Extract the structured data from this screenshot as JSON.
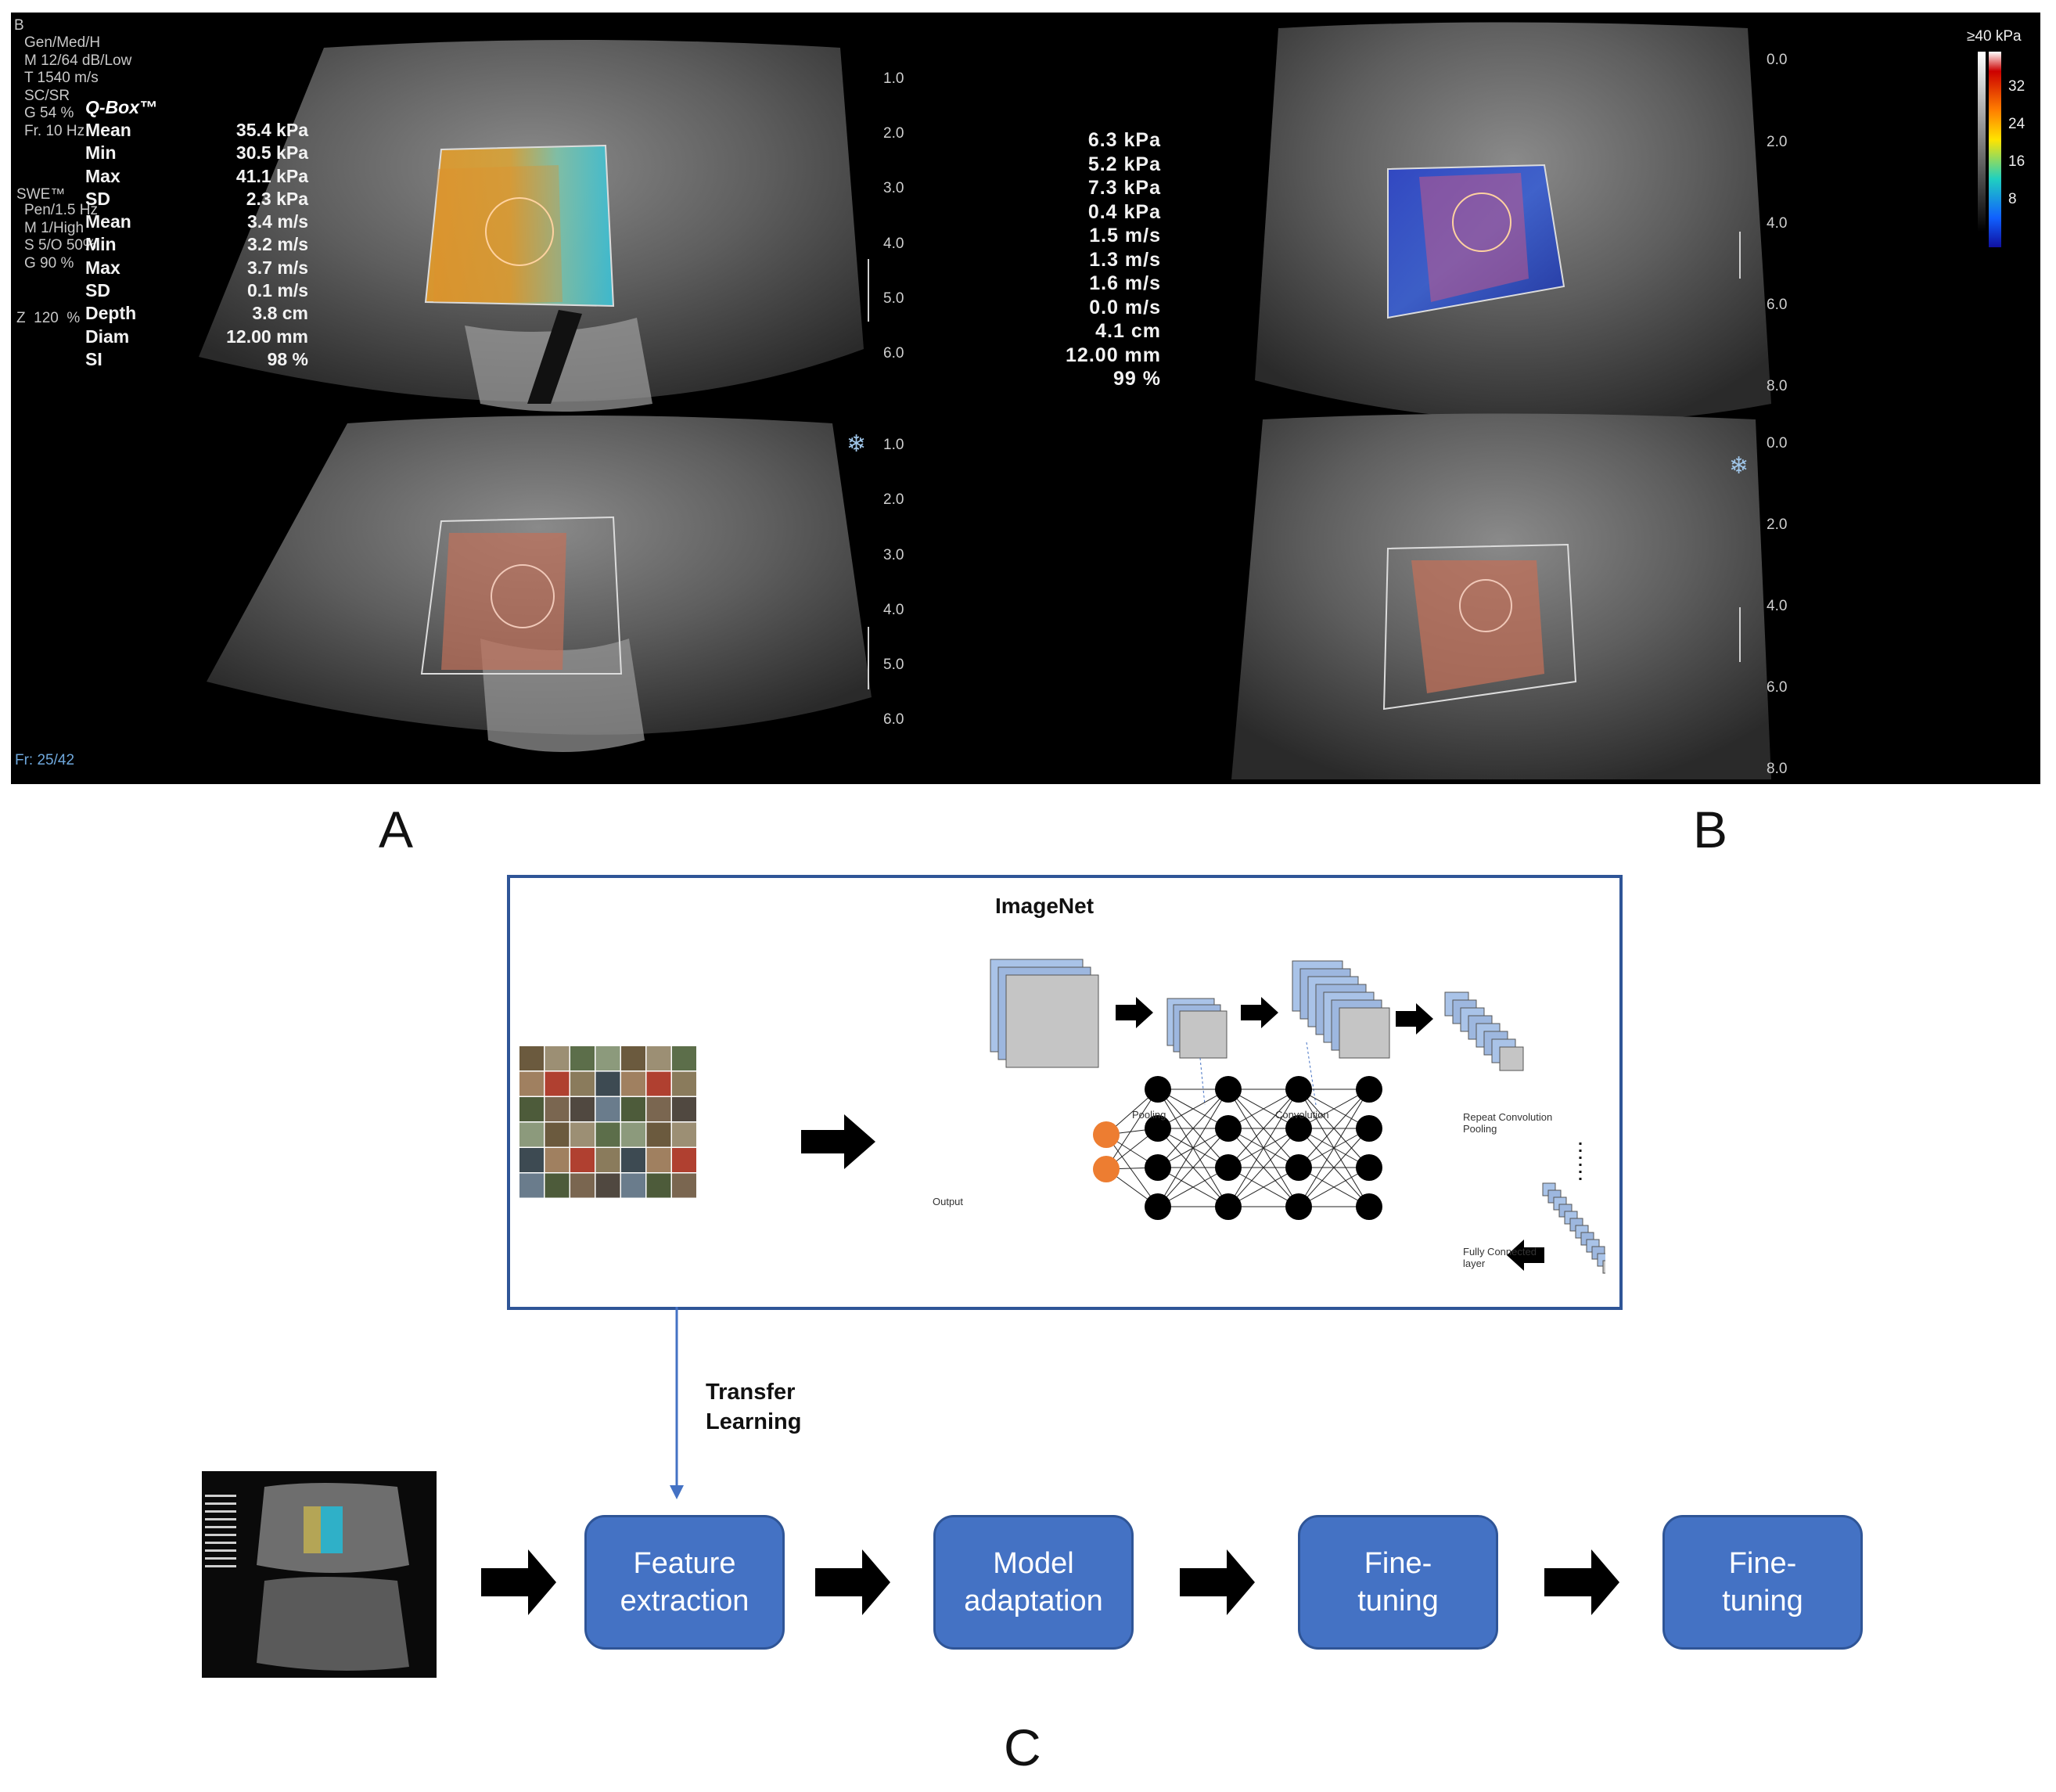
{
  "panel_labels": {
    "a": "A",
    "b": "B",
    "c": "C"
  },
  "panel_a": {
    "corner_label": "B",
    "settings_lines": "Gen/Med/H\nM 12/64 dB/Low\nT 1540 m/s\nSC/SR\nG 54 %\nFr. 10 Hz",
    "swe_label": "SWE™",
    "swe_lines": "Pen/1.5 Hz\nM 1/High\nS 5/O 50%\nG 90 %",
    "zoom": "Z  120  %",
    "qbox_title": "Q-Box™",
    "measure_names": "Mean\nMin\nMax\nSD\nMean\nMin\nMax\nSD\nDepth\nDiam\nSI",
    "measure_values": "35.4 kPa\n30.5 kPa\n41.1 kPa\n2.3 kPa\n3.4 m/s\n3.2 m/s\n3.7 m/s\n0.1 m/s\n3.8 cm\n12.00 mm\n98 %",
    "depth_scale": [
      "1.0",
      "2.0",
      "3.0",
      "4.0",
      "5.0",
      "6.0"
    ],
    "frame_counter": "Fr: 25/42"
  },
  "panel_b": {
    "measure_values": "6.3 kPa\n5.2 kPa\n7.3 kPa\n0.4 kPa\n1.5 m/s\n1.3 m/s\n1.6 m/s\n0.0 m/s\n4.1 cm\n12.00 mm\n99 %",
    "depth_scale": [
      "0.0",
      "2.0",
      "4.0",
      "6.0",
      "8.0"
    ],
    "colorbar_title": "≥40 kPa",
    "colorbar_ticks": [
      "32",
      "24",
      "16",
      "8"
    ]
  },
  "imagenet": {
    "title": "ImageNet",
    "pooling": "Pooling",
    "convolution": "Convolution",
    "repeat": "Repeat Convolution\nPooling",
    "fully_connected": "Fully Connected\nlayer",
    "output": "Output"
  },
  "transfer_learning": "Transfer\nLearning",
  "pipeline": [
    {
      "label": "Feature\nextraction"
    },
    {
      "label": "Model\nadaptation"
    },
    {
      "label": "Fine-\ntuning"
    },
    {
      "label": "Fine-\ntuning"
    }
  ],
  "colors": {
    "box_fill": "#4472c4",
    "frame_blue": "#2f5597",
    "arrow_blue": "#4472c4",
    "output_node": "#ed7d31"
  }
}
